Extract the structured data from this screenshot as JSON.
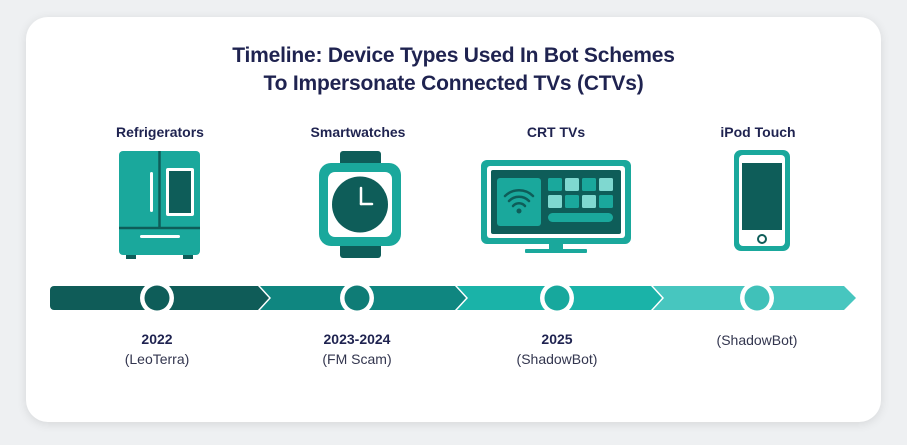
{
  "title_line1": "Timeline: Device Types Used In Bot Schemes",
  "title_line2": "To Impersonate Connected TVs (CTVs)",
  "colors": {
    "segment1": "#0f5c58",
    "segment2": "#0f8680",
    "segment3": "#1ab3a8",
    "segment4": "#47c6bf",
    "device_fill": "#1aa89c",
    "device_dark": "#0e5d59",
    "device_light": "#7fd8d0"
  },
  "milestones": [
    {
      "device": "Refrigerators",
      "icon": "refrigerator-icon",
      "year": "2022",
      "scheme": "(LeoTerra)"
    },
    {
      "device": "Smartwatches",
      "icon": "smartwatch-icon",
      "year": "2023-2024",
      "scheme": "(FM Scam)"
    },
    {
      "device": "CRT TVs",
      "icon": "crt-tv-icon",
      "year": "2025",
      "scheme": "(ShadowBot)"
    },
    {
      "device": "iPod Touch",
      "icon": "ipod-touch-icon",
      "year": "",
      "scheme": "(ShadowBot)"
    }
  ]
}
